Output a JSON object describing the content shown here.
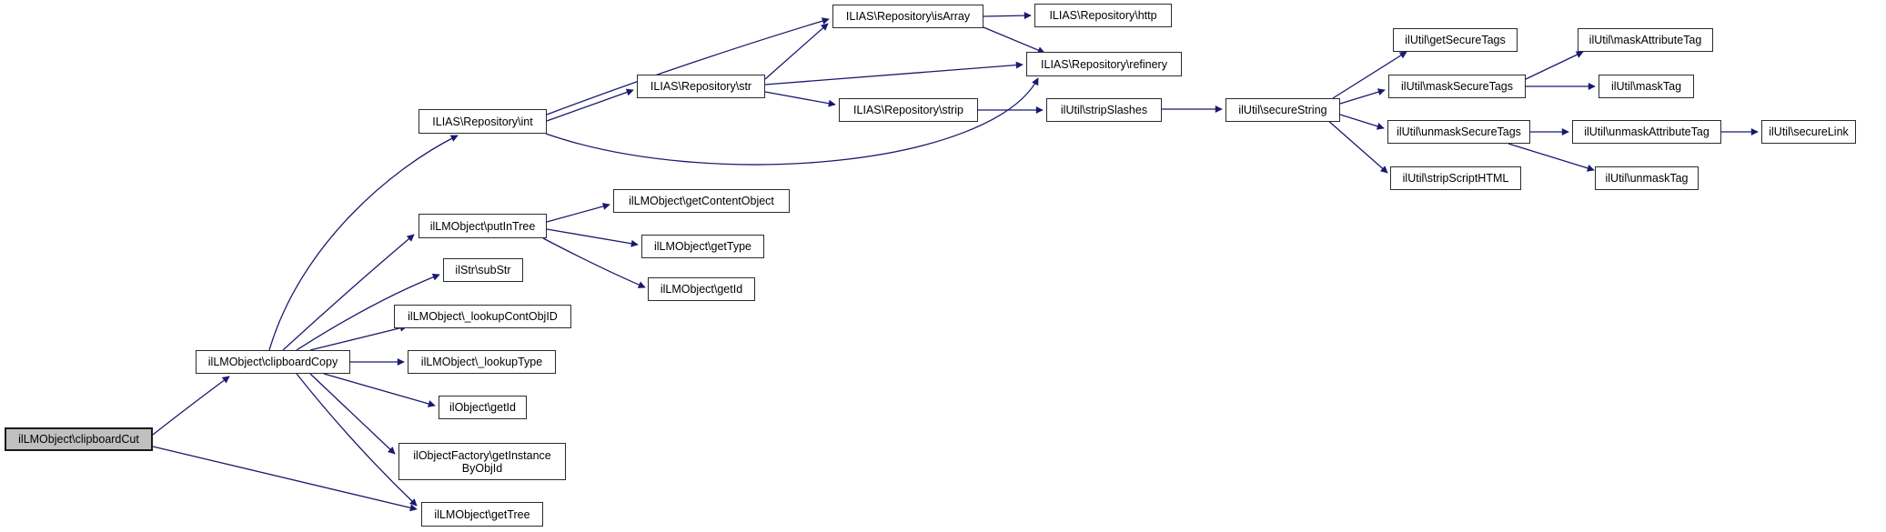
{
  "diagram": {
    "type": "call-graph",
    "highlighted_node": "ilLMObject\\clipboardCut",
    "colors": {
      "edge": "#191970",
      "node_background": "#ffffff",
      "node_border": "#2b2b2b",
      "highlight_background": "#c0c0c0",
      "text": "#000000"
    },
    "nodes": [
      {
        "id": "clipboardCut",
        "label": "ilLMObject\\clipboardCut",
        "highlight": true
      },
      {
        "id": "clipboardCopy",
        "label": "ilLMObject\\clipboardCopy"
      },
      {
        "id": "int",
        "label": "ILIAS\\Repository\\int"
      },
      {
        "id": "str",
        "label": "ILIAS\\Repository\\str"
      },
      {
        "id": "isArray",
        "label": "ILIAS\\Repository\\isArray"
      },
      {
        "id": "http",
        "label": "ILIAS\\Repository\\http"
      },
      {
        "id": "refinery",
        "label": "ILIAS\\Repository\\refinery"
      },
      {
        "id": "strip",
        "label": "ILIAS\\Repository\\strip"
      },
      {
        "id": "stripSlashes",
        "label": "ilUtil\\stripSlashes"
      },
      {
        "id": "secureString",
        "label": "ilUtil\\secureString"
      },
      {
        "id": "getSecureTags",
        "label": "ilUtil\\getSecureTags"
      },
      {
        "id": "maskSecureTags",
        "label": "ilUtil\\maskSecureTags"
      },
      {
        "id": "maskAttributeTag",
        "label": "ilUtil\\maskAttributeTag"
      },
      {
        "id": "maskTag",
        "label": "ilUtil\\maskTag"
      },
      {
        "id": "unmaskSecureTags",
        "label": "ilUtil\\unmaskSecureTags"
      },
      {
        "id": "unmaskAttributeTag",
        "label": "ilUtil\\unmaskAttributeTag"
      },
      {
        "id": "secureLink",
        "label": "ilUtil\\secureLink"
      },
      {
        "id": "unmaskTag",
        "label": "ilUtil\\unmaskTag"
      },
      {
        "id": "stripScriptHTML",
        "label": "ilUtil\\stripScriptHTML"
      },
      {
        "id": "putInTree",
        "label": "ilLMObject\\putInTree"
      },
      {
        "id": "getContentObject",
        "label": "ilLMObject\\getContentObject"
      },
      {
        "id": "getType",
        "label": "ilLMObject\\getType"
      },
      {
        "id": "lmGetId",
        "label": "ilLMObject\\getId"
      },
      {
        "id": "subStr",
        "label": "ilStr\\subStr"
      },
      {
        "id": "lookupContObjID",
        "label": "ilLMObject\\_lookupContObjID"
      },
      {
        "id": "lookupType",
        "label": "ilLMObject\\_lookupType"
      },
      {
        "id": "objGetId",
        "label": "ilObject\\getId"
      },
      {
        "id": "getInstanceByObjId",
        "label": "ilObjectFactory\\getInstance\nByObjId"
      },
      {
        "id": "getTree",
        "label": "ilLMObject\\getTree"
      }
    ],
    "edges": [
      {
        "from": "clipboardCut",
        "to": "clipboardCopy"
      },
      {
        "from": "clipboardCut",
        "to": "getTree"
      },
      {
        "from": "clipboardCopy",
        "to": "int"
      },
      {
        "from": "clipboardCopy",
        "to": "putInTree"
      },
      {
        "from": "clipboardCopy",
        "to": "subStr"
      },
      {
        "from": "clipboardCopy",
        "to": "lookupContObjID"
      },
      {
        "from": "clipboardCopy",
        "to": "lookupType"
      },
      {
        "from": "clipboardCopy",
        "to": "objGetId"
      },
      {
        "from": "clipboardCopy",
        "to": "getInstanceByObjId"
      },
      {
        "from": "clipboardCopy",
        "to": "getTree"
      },
      {
        "from": "int",
        "to": "isArray"
      },
      {
        "from": "int",
        "to": "str"
      },
      {
        "from": "int",
        "to": "refinery"
      },
      {
        "from": "str",
        "to": "isArray"
      },
      {
        "from": "str",
        "to": "refinery"
      },
      {
        "from": "str",
        "to": "strip"
      },
      {
        "from": "isArray",
        "to": "http"
      },
      {
        "from": "isArray",
        "to": "refinery"
      },
      {
        "from": "strip",
        "to": "stripSlashes"
      },
      {
        "from": "stripSlashes",
        "to": "secureString"
      },
      {
        "from": "secureString",
        "to": "getSecureTags"
      },
      {
        "from": "secureString",
        "to": "maskSecureTags"
      },
      {
        "from": "secureString",
        "to": "unmaskSecureTags"
      },
      {
        "from": "secureString",
        "to": "stripScriptHTML"
      },
      {
        "from": "maskSecureTags",
        "to": "maskAttributeTag"
      },
      {
        "from": "maskSecureTags",
        "to": "maskTag"
      },
      {
        "from": "unmaskSecureTags",
        "to": "unmaskAttributeTag"
      },
      {
        "from": "unmaskSecureTags",
        "to": "unmaskTag"
      },
      {
        "from": "unmaskAttributeTag",
        "to": "secureLink"
      },
      {
        "from": "putInTree",
        "to": "getContentObject"
      },
      {
        "from": "putInTree",
        "to": "getType"
      },
      {
        "from": "putInTree",
        "to": "lmGetId"
      }
    ]
  }
}
